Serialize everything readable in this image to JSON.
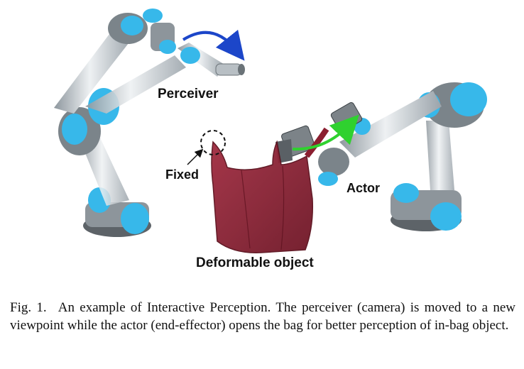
{
  "figure": {
    "labels": {
      "perceiver": "Perceiver",
      "fixed": "Fixed",
      "actor": "Actor",
      "deformable_object": "Deformable object"
    },
    "colors": {
      "joint_cyan": "#37b8ea",
      "arm_silver": "#c9cfd4",
      "bag_red": "#8b1f30",
      "rotation_arrow": "#1c46c9",
      "pull_arrow": "#2fd12f"
    }
  },
  "caption": {
    "number": "Fig. 1.",
    "text": "An example of Interactive Perception. The perceiver (camera) is moved to a new viewpoint while the actor (end-effector) opens the bag for better perception of in-bag object."
  }
}
